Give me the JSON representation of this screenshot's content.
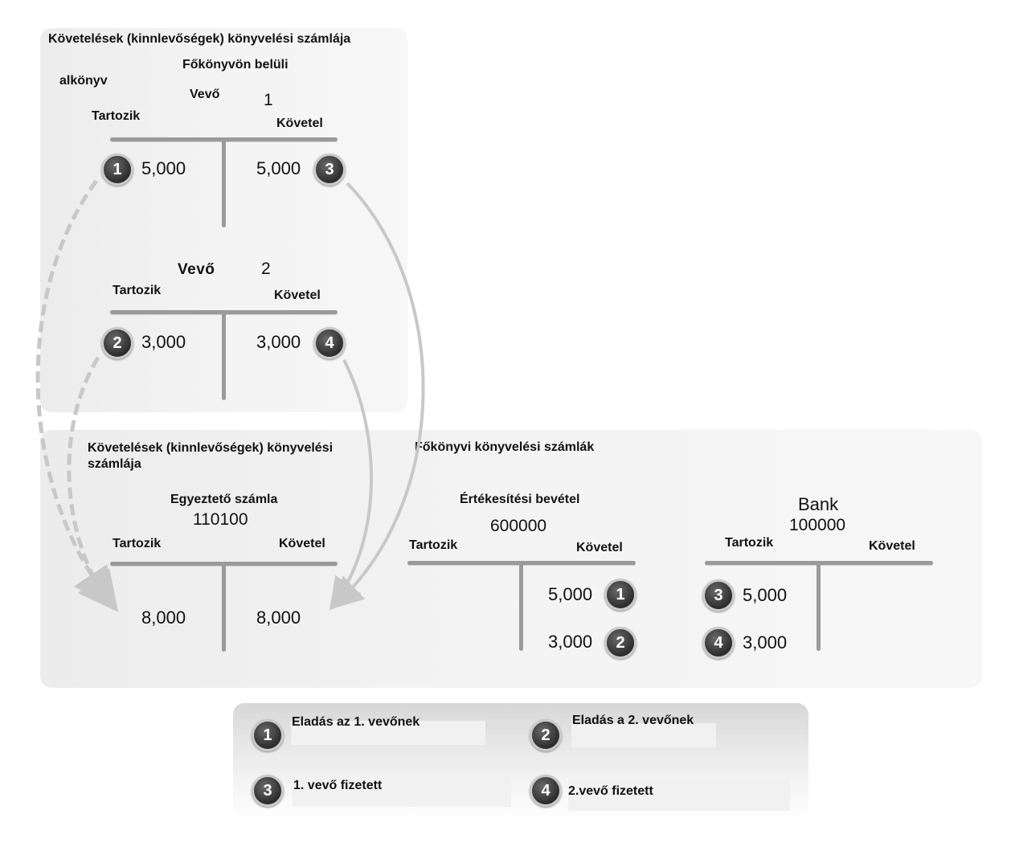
{
  "top_panel": {
    "title": "Követelések (kinnlevőségek) könyvelési számlája",
    "subtitle": "Főkönyvön belüli",
    "subledger_label": "alkönyv",
    "account1": {
      "name": "Vevő",
      "number": "1",
      "debit_label": "Tartozik",
      "credit_label": "Követel",
      "debit_value": "5,000",
      "debit_badge": "1",
      "credit_value": "5,000",
      "credit_badge": "3"
    },
    "account2": {
      "name": "Vevő",
      "number": "2",
      "debit_label": "Tartozik",
      "credit_label": "Követel",
      "debit_value": "3,000",
      "debit_badge": "2",
      "credit_value": "3,000",
      "credit_badge": "4"
    }
  },
  "bottom_panel": {
    "left_title_line1": "Követelések (kinnlevőségek) könyvelési",
    "left_title_line2": "számlája",
    "right_title": "Főkönyvi könyvelési számlák",
    "control": {
      "name": "Egyeztető számla",
      "number": "110100",
      "debit_label": "Tartozik",
      "credit_label": "Követel",
      "debit_value": "8,000",
      "credit_value": "8,000"
    },
    "sales": {
      "name": "Értékesítési bevétel",
      "number": "600000",
      "debit_label": "Tartozik",
      "credit_label": "Követel",
      "credit_rows": [
        {
          "value": "5,000",
          "badge": "1"
        },
        {
          "value": "3,000",
          "badge": "2"
        }
      ]
    },
    "bank": {
      "name": "Bank",
      "number": "100000",
      "debit_label": "Tartozik",
      "credit_label": "Követel",
      "debit_rows": [
        {
          "value": "5,000",
          "badge": "3"
        },
        {
          "value": "3,000",
          "badge": "4"
        }
      ]
    }
  },
  "legend": {
    "items": [
      {
        "badge": "1",
        "text": "Eladás az 1. vevőnek"
      },
      {
        "badge": "2",
        "text": "Eladás a 2. vevőnek"
      },
      {
        "badge": "3",
        "text": "1. vevő fizetett"
      },
      {
        "badge": "4",
        "text": "2.vevő fizetett"
      }
    ]
  },
  "colors": {
    "panel_bg": "#efefef",
    "tbar": "#9a9a9a",
    "badge": "#3a3a3a",
    "arrow": "#c8c8c8"
  }
}
